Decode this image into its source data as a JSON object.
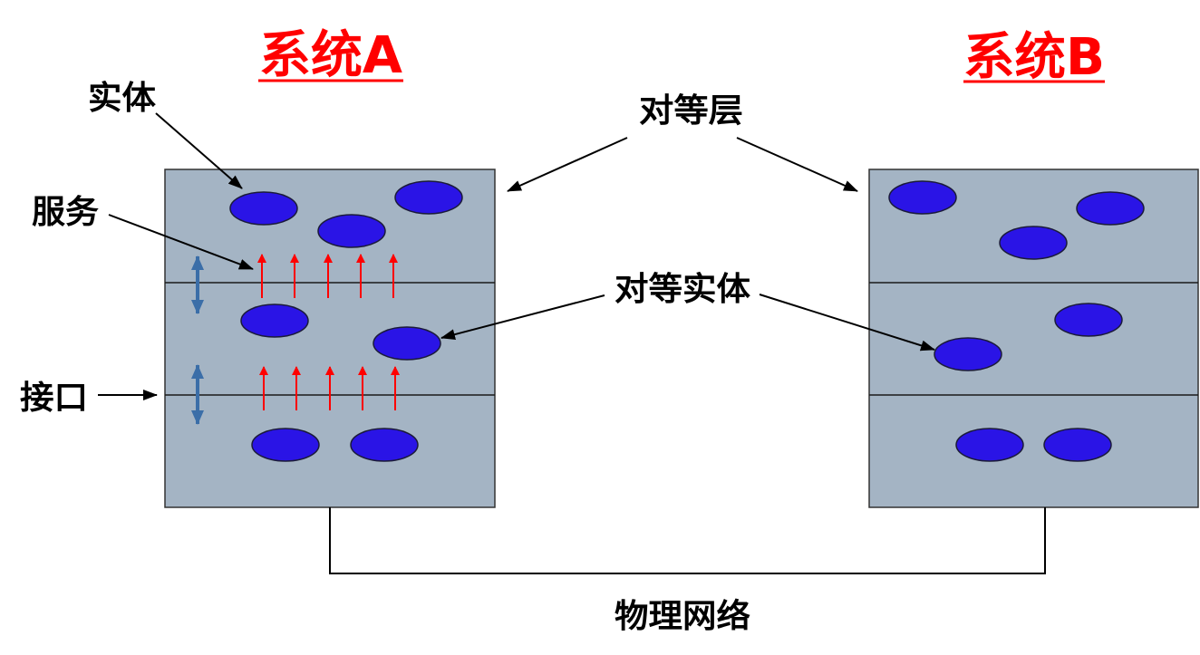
{
  "diagram": {
    "system_a": {
      "title": "系统A"
    },
    "system_b": {
      "title": "系统B"
    },
    "labels": {
      "entity": "实体",
      "service": "服务",
      "interface": "接口",
      "peer_layer": "对等层",
      "peer_entity": "对等实体",
      "physical_network": "物理网络"
    }
  },
  "colors": {
    "title": "#ff0000",
    "layer_fill": "#a4b4c4",
    "entity_fill": "#2a14e6",
    "service_arrow": "#ff0000",
    "interface_arrow": "#3b6ea8"
  }
}
